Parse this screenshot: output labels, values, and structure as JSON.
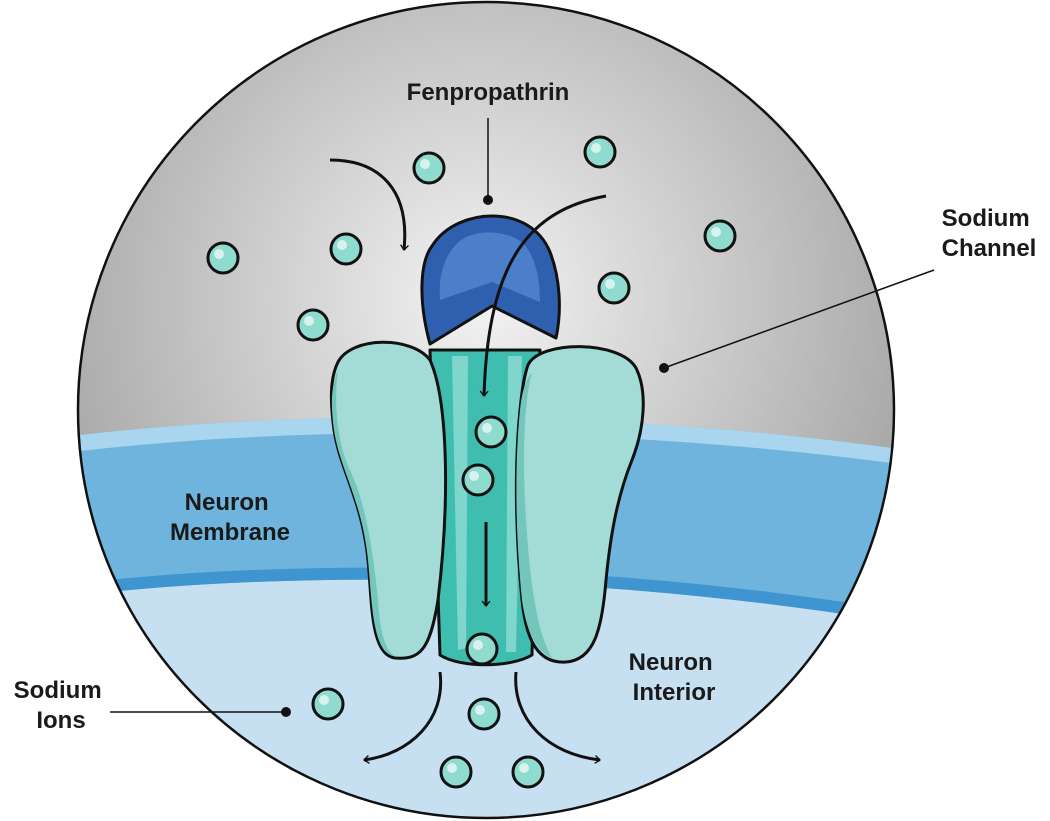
{
  "labels": {
    "fenpropathrin": [
      "Fenpropathrin"
    ],
    "sodium_channel": [
      "Sodium",
      "Channel"
    ],
    "neuron_membrane": [
      "Neuron",
      "Membrane"
    ],
    "neuron_interior": [
      "Neuron",
      "Interior"
    ],
    "sodium_ions": [
      "Sodium",
      "Ions"
    ]
  },
  "colors": {
    "extracellular_outer": "#a3a3a3",
    "extracellular_inner": "#f3f3f3",
    "membrane": "#6eb4dc",
    "membrane_edge": "#3f95cf",
    "membrane_highlight": "#a9d6ee",
    "interior": "#c6dff1",
    "channel_side": "#a3dcd6",
    "channel_side_shadow": "#72c6bb",
    "channel_pore": "#3fbeb0",
    "channel_pore_light": "#7fd6cc",
    "toxin": "#2f60b0",
    "toxin_light": "#4b7fc9",
    "ion_fill": "#8fdbcf",
    "outline": "#111111"
  },
  "icons": {
    "ion": "sodium-ion-circle",
    "arrow": "flow-arrow-icon",
    "toxin": "fenpropathrin-molecule-icon"
  }
}
